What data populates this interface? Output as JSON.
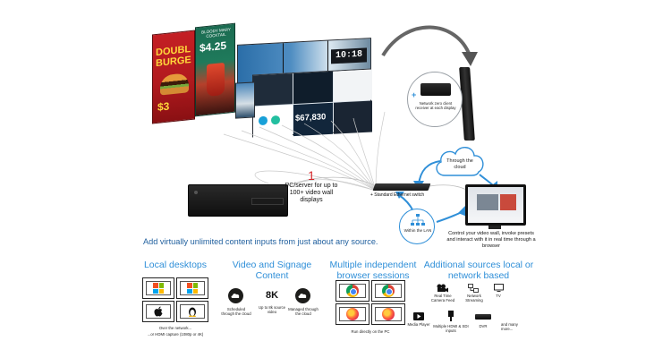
{
  "promo": {
    "poster1_line1": "DOUBL",
    "poster1_line2": "BURGE",
    "poster1_price": "$3",
    "poster2_title": "BLOODY MARY COCKTAIL",
    "poster2_price": "$4.25",
    "clock_time": "10:18",
    "dashboard_value": "$67,830"
  },
  "receiver_label": "Network zero client receiver at each display",
  "server": {
    "count": "1",
    "label": "PC/server for up to 100+ video wall displays"
  },
  "switch_label": "+ Standard Ethernet switch",
  "cloud_label": "Through the cloud",
  "lan_label": "Within the LAN",
  "control_text": "Control your video wall, invoke presets and interact with it in real time through a browser",
  "headline": "Add virtually unlimited content inputs from just about any source.",
  "categories": {
    "local": {
      "title": "Local desktops",
      "caption_line1": "Over the network...",
      "caption_line2": "...or HDMI capture (1080p or 4K)"
    },
    "video": {
      "title": "Video and Signage Content",
      "item1": "Scheduled through the cloud",
      "big": "8K",
      "item2": "Up to 8k source video",
      "item3": "Managed through the cloud"
    },
    "browser": {
      "title": "Multiple independent browser sessions",
      "caption": "Run directly on the PC"
    },
    "additional": {
      "title": "Additional sources local or network based",
      "items": [
        "Real Time Camera Feed",
        "Network Streaming",
        "TV",
        "Media Player",
        "Multiple HDMI & SDI inputs",
        "DVR",
        "and many more..."
      ]
    }
  }
}
